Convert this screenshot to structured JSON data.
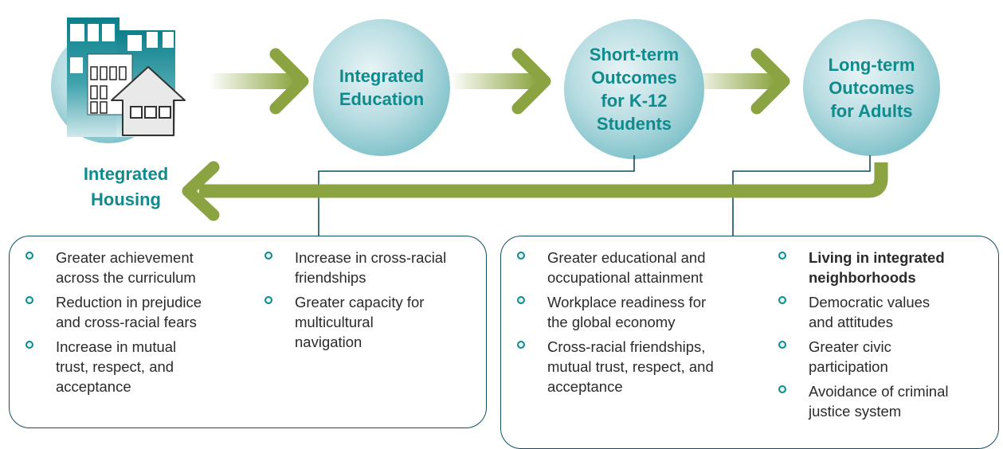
{
  "flow": {
    "housing_label": "Integrated\nHousing",
    "education_label": "Integrated\nEducation",
    "short_term_label": "Short-term\nOutcomes\nfor K-12\nStudents",
    "long_term_label": "Long-term\nOutcomes\nfor Adults"
  },
  "colors": {
    "title_teal": "#0e8b8c",
    "arrow_olive": "#8ba441",
    "circle_teal": "#7fc1c9",
    "connector": "#0f4f60"
  },
  "icons": [
    "buildings-icon",
    "house-icon"
  ],
  "student_outcomes": {
    "column_1": [
      "Greater achievement\nacross the curriculum",
      "Reduction in prejudice\nand cross-racial fears",
      "Increase in mutual\ntrust, respect, and\nacceptance"
    ],
    "column_2": [
      "Increase in cross-racial\nfriendships",
      "Greater capacity for\nmulticultural\nnavigation"
    ]
  },
  "adult_outcomes": {
    "column_1": [
      "Greater educational and\noccupational attainment",
      "Workplace readiness for\nthe global economy",
      "Cross-racial friendships,\nmutual trust, respect, and\nacceptance"
    ],
    "column_2": [
      "Living in integrated\nneighborhoods",
      "Democratic values\nand attitudes",
      "Greater civic\nparticipation",
      "Avoidance of criminal\njustice system"
    ]
  }
}
